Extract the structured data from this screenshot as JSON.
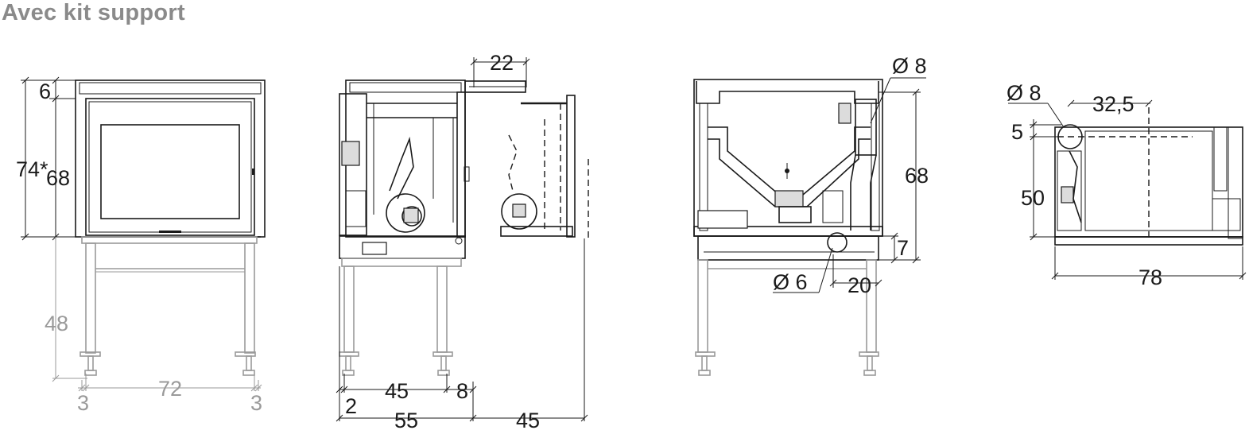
{
  "title": "Avec kit support",
  "front_view": {
    "dim_top": "6",
    "dim_total_height": "74*",
    "dim_body_height": "68",
    "dim_support_height": "48",
    "dim_width": "72",
    "dim_left_offset": "3",
    "dim_right_offset": "3"
  },
  "side_view": {
    "dim_outlet": "22",
    "dim_leg_span": "45",
    "dim_leg_offset": "8",
    "dim_front_offset": "2",
    "dim_depth": "55",
    "dim_open_door": "45"
  },
  "rear_view": {
    "dim_inlet_diameter": "Ø 8",
    "dim_height": "68",
    "dim_outlet_height": "7",
    "dim_outlet_diameter": "Ø 6",
    "dim_outlet_offset": "20"
  },
  "top_view": {
    "dim_inlet_diameter": "Ø 8",
    "dim_inlet_position": "32,5",
    "dim_inlet_offset": "5",
    "dim_depth": "50",
    "dim_width": "78"
  }
}
